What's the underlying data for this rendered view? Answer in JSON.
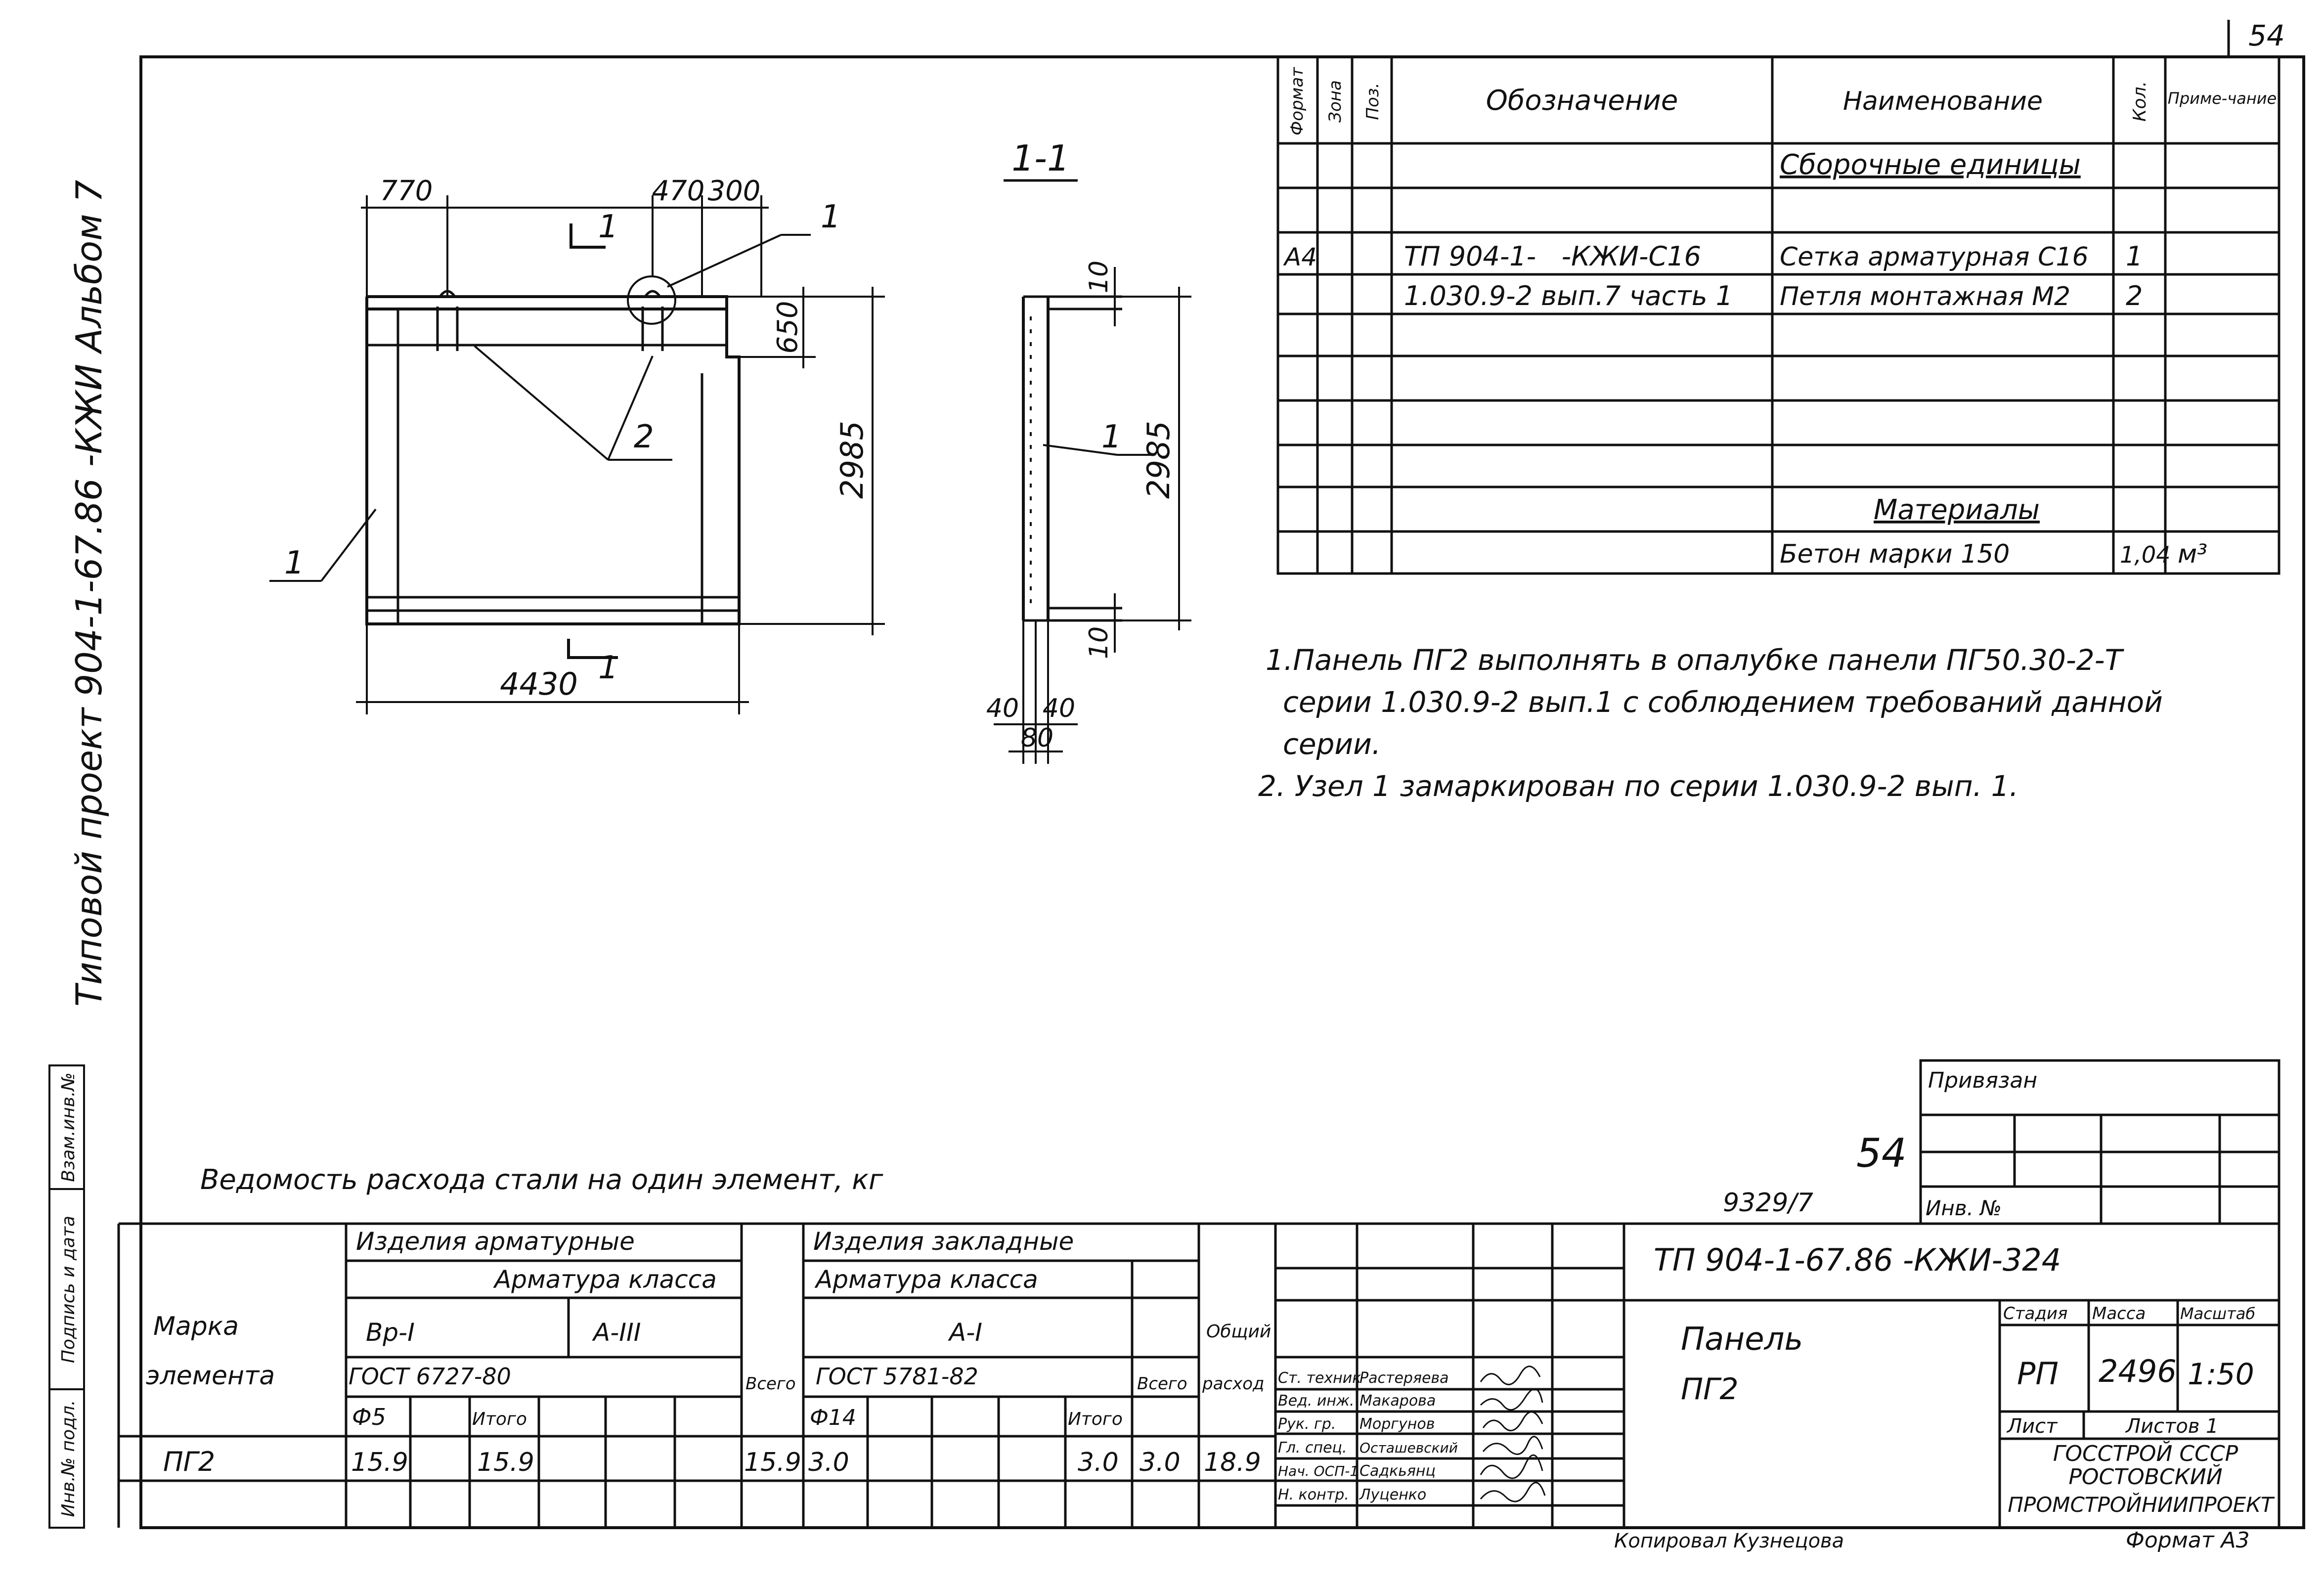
{
  "sheet_number": "54",
  "side_title": "Типовой проект 904-1-67.86 -КЖИ Альбом 7",
  "left_strip_fields": [
    "Взам.инв.№",
    "Подпись и дата",
    "Инв.№ подл."
  ],
  "drawing": {
    "section_label": "1-1",
    "dim_770": "770",
    "dim_470": "470",
    "dim_300": "300",
    "dim_650": "650",
    "dim_2985": "2985",
    "dim_4430": "4430",
    "dim_10": "10",
    "dim_40": "40",
    "dim_80": "80",
    "pos_1": "1",
    "pos_2": "2"
  },
  "spec_table": {
    "headers": [
      "Формат",
      "Зона",
      "Поз.",
      "Обозначение",
      "Наименование",
      "Кол.",
      "Приме-чание"
    ],
    "section_assembly": "Сборочные единицы",
    "rows": [
      {
        "format": "А4",
        "designation": "ТП 904-1-   -КЖИ-С16",
        "name": "Сетка арматурная С16",
        "qty": "1"
      },
      {
        "format": "",
        "designation": "1.030.9-2 вып.7 часть 1",
        "name": "Петля монтажная М2",
        "qty": "2"
      }
    ],
    "section_materials": "Материалы",
    "material": {
      "name": "Бетон марки 150",
      "qty": "1,04",
      "note": "м³"
    }
  },
  "notes": [
    "1.Панель ПГ2 выполнять в опалубке панели ПГ50.30-2-Т",
    "серии 1.030.9-2 вып.1 с соблюдением требований данной",
    "серии.",
    "2. Узел 1 замаркирован по серии 1.030.9-2 вып. 1."
  ],
  "steel": {
    "title": "Ведомость расхода стали на один элемент, кг",
    "col_mark": [
      "Марка",
      "элемента"
    ],
    "group_reinf": "Изделия арматурные",
    "group_reinf_class": "Арматура класса",
    "class_bp": "Вр-I",
    "class_aiii": "А-III",
    "gost_bp": "ГОСТ 6727-80",
    "dia_bp": "Ф5",
    "itogo": "Итого",
    "vsego": "Всего",
    "group_emb": "Изделия закладные",
    "group_emb_class": "Арматура класса",
    "class_ai": "А-I",
    "gost_ai": "ГОСТ 5781-82",
    "dia_ai": "Ф14",
    "total_header": [
      "Общий",
      "расход"
    ],
    "row": {
      "mark": "ПГ2",
      "bp5": "15.9",
      "bp_itogo": "15.9",
      "reinf_vsego": "15.9",
      "ai14": "3.0",
      "ai_itogo": "3.0",
      "emb_vsego": "3.0",
      "total": "18.9"
    }
  },
  "title_block": {
    "privyazan": "Привязан",
    "inv_no": "Инв. №",
    "sheet_stamp": "54",
    "archive_no": "9329/7",
    "doc_code": "ТП 904-1-67.86 -КЖИ-324",
    "product": [
      "Панель",
      "ПГ2"
    ],
    "stage_label": "Стадия",
    "mass_label": "Масса",
    "scale_label": "Масштаб",
    "stage": "РП",
    "mass": "2496",
    "scale": "1:50",
    "list_label": "Лист",
    "lists_label": "Листов 1",
    "org": [
      "ГОССТРОЙ СССР",
      "РОСТОВСКИЙ",
      "ПРОМСТРОЙНИИПРОЕКТ"
    ],
    "signatures": [
      {
        "role": "Ст. техник",
        "name": "Растеряева"
      },
      {
        "role": "Вед. инж.",
        "name": "Макарова"
      },
      {
        "role": "Рук. гр.",
        "name": "Моргунов"
      },
      {
        "role": "Гл. спец.",
        "name": "Осташевский"
      },
      {
        "role": "Нач. ОСП-1",
        "name": "Садкьянц"
      },
      {
        "role": "Н. контр.",
        "name": "Луценко"
      }
    ],
    "copied": "Копировал Кузнецова",
    "format": "Формат А3"
  }
}
